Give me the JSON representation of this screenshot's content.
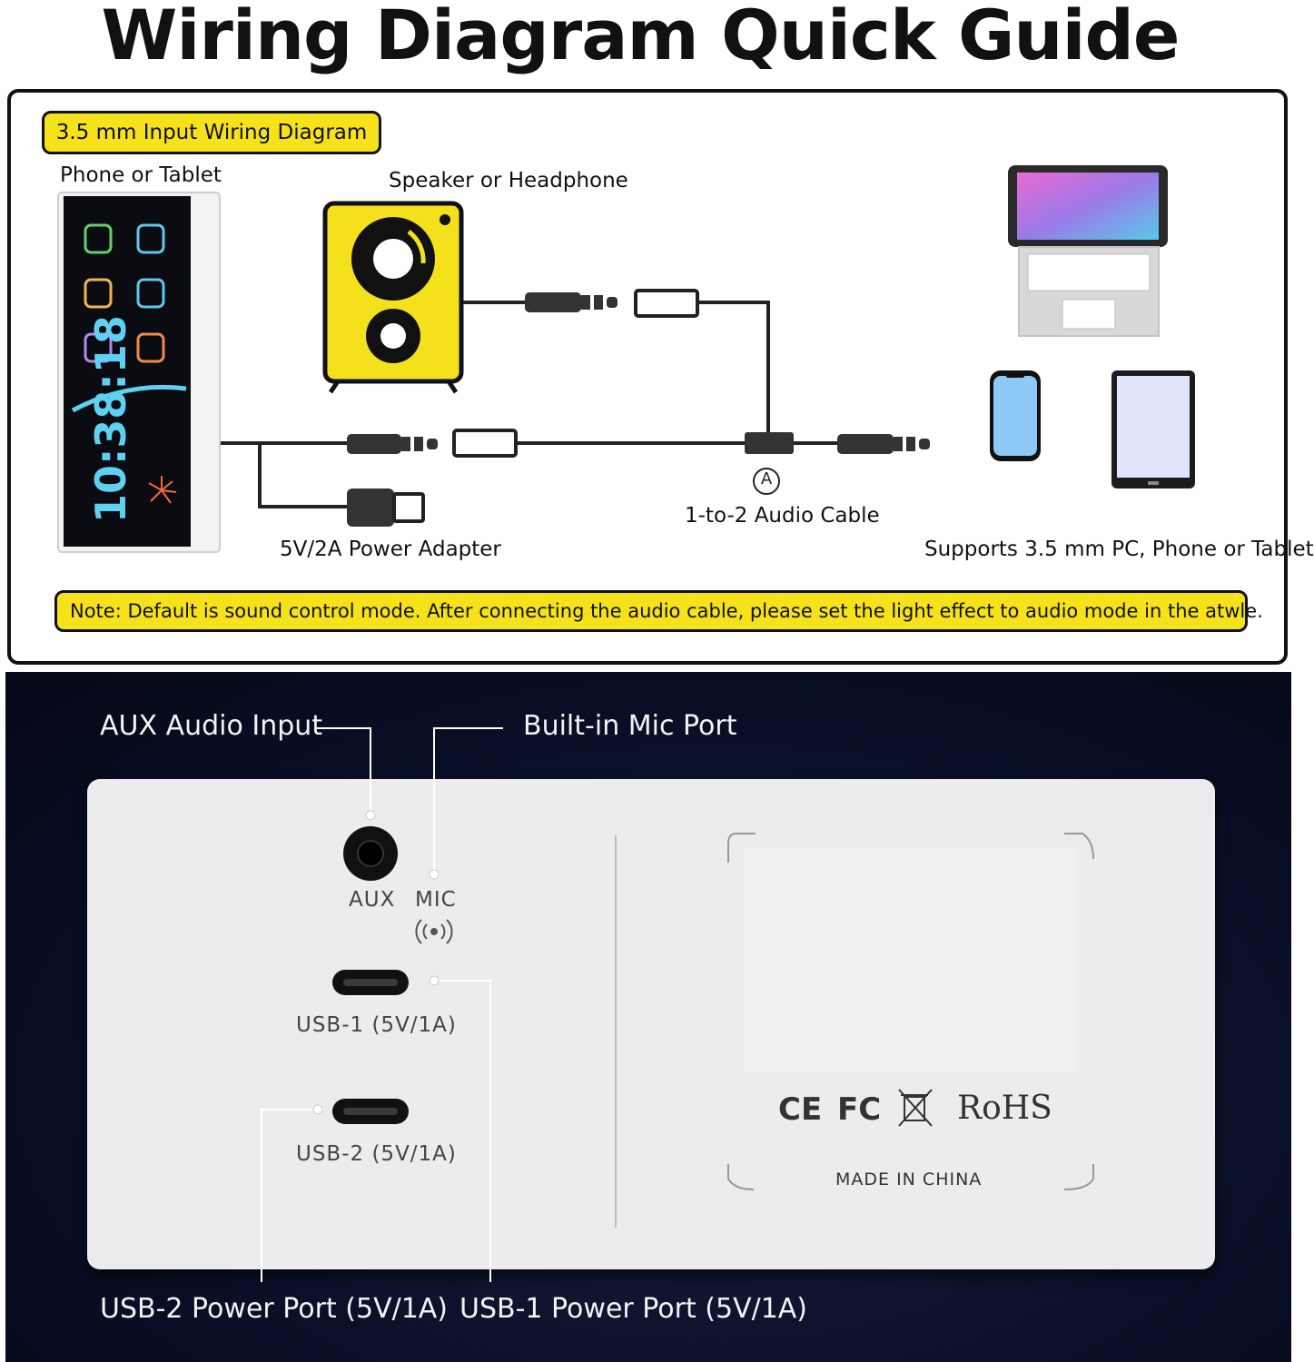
{
  "title": "Wiring Diagram Quick Guide",
  "wiring": {
    "section_tag": "3.5 mm Input Wiring Diagram",
    "phone_label": "Phone or Tablet",
    "speaker_label": "Speaker or Headphone",
    "power_label": "5V/2A Power Adapter",
    "cable_marker": "A",
    "cable_label": "1-to-2 Audio Cable",
    "supports_label": "Supports 3.5 mm PC, Phone or Tablet",
    "note": "Note: Default is sound control mode. After connecting the audio cable, please set the light effect to audio mode in the atwle.",
    "clock": "10:38:18",
    "colors": {
      "highlight": "#f5e21a"
    }
  },
  "ports": {
    "aux_audio_input": "AUX Audio Input",
    "builtin_mic_port": "Built-in Mic Port",
    "aux": "AUX",
    "mic": "MIC",
    "usb1_small": "USB-1 (5V/1A)",
    "usb2_small": "USB-2 (5V/1A)",
    "usb2_power_port": "USB-2 Power Port (5V/1A)",
    "usb1_power_port": "USB-1 Power Port (5V/1A)"
  },
  "certifications": {
    "ce": "CE",
    "fc": "FC",
    "rohs": "RoHS",
    "made_in": "MADE IN CHINA"
  }
}
